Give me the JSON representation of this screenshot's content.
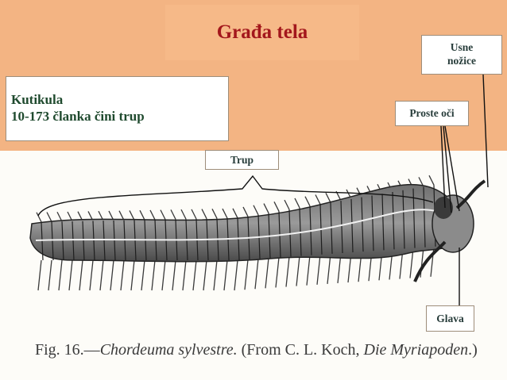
{
  "title": "Građa tela",
  "info": {
    "line1": "Kutikula",
    "line2": "10-173 članka čini trup"
  },
  "labels": {
    "usne_line1": "Usne",
    "usne_line2": "nožice",
    "proste_oci": "Proste oči",
    "trup": "Trup",
    "glava": "Glava"
  },
  "caption": {
    "fig": "Fig. 16.—",
    "species": "Chordeuma sylvestre.",
    "source_prefix": " (From C. L. Koch, ",
    "source_title": "Die Myriapoden",
    "source_suffix": ".)"
  },
  "colors": {
    "background_top": "#f3b483",
    "title_text": "#a3171c",
    "info_text": "#1f4a2e",
    "label_text": "#283d3b"
  }
}
